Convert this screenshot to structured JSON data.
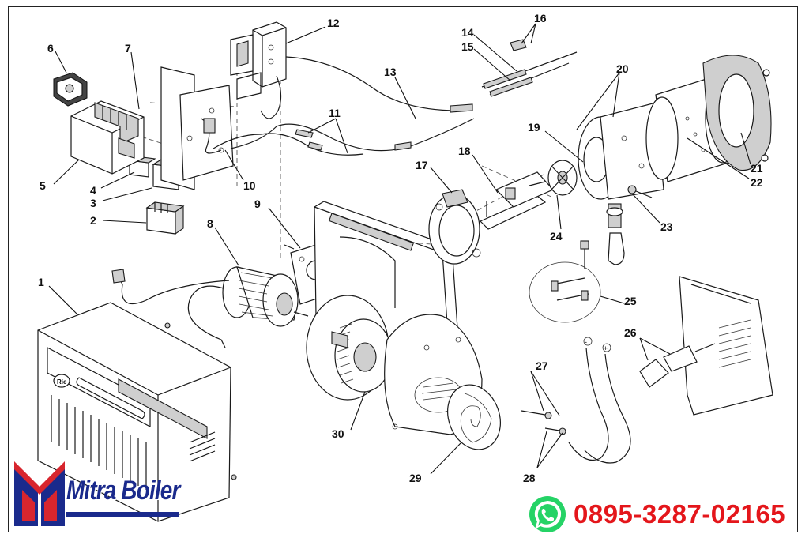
{
  "labels": {
    "p1": "1",
    "p2": "2",
    "p3": "3",
    "p4": "4",
    "p5": "5",
    "p6": "6",
    "p7": "7",
    "p8": "8",
    "p9": "9",
    "p10": "10",
    "p11": "11",
    "p12": "12",
    "p13": "13",
    "p14": "14",
    "p15": "15",
    "p16": "16",
    "p17": "17",
    "p18": "18",
    "p19": "19",
    "p20": "20",
    "p21": "21",
    "p22": "22",
    "p23": "23",
    "p24": "24",
    "p25": "25",
    "p26": "26",
    "p27": "27",
    "p28": "28",
    "p29": "29",
    "p30": "30"
  },
  "branding": {
    "company": "Mitra Boiler",
    "phone": "0895-3287-02165"
  },
  "colors": {
    "logo_blue": "#1a2a8c",
    "logo_red": "#d8262e",
    "phone_red": "#e4161b",
    "whatsapp_green": "#25d366"
  }
}
